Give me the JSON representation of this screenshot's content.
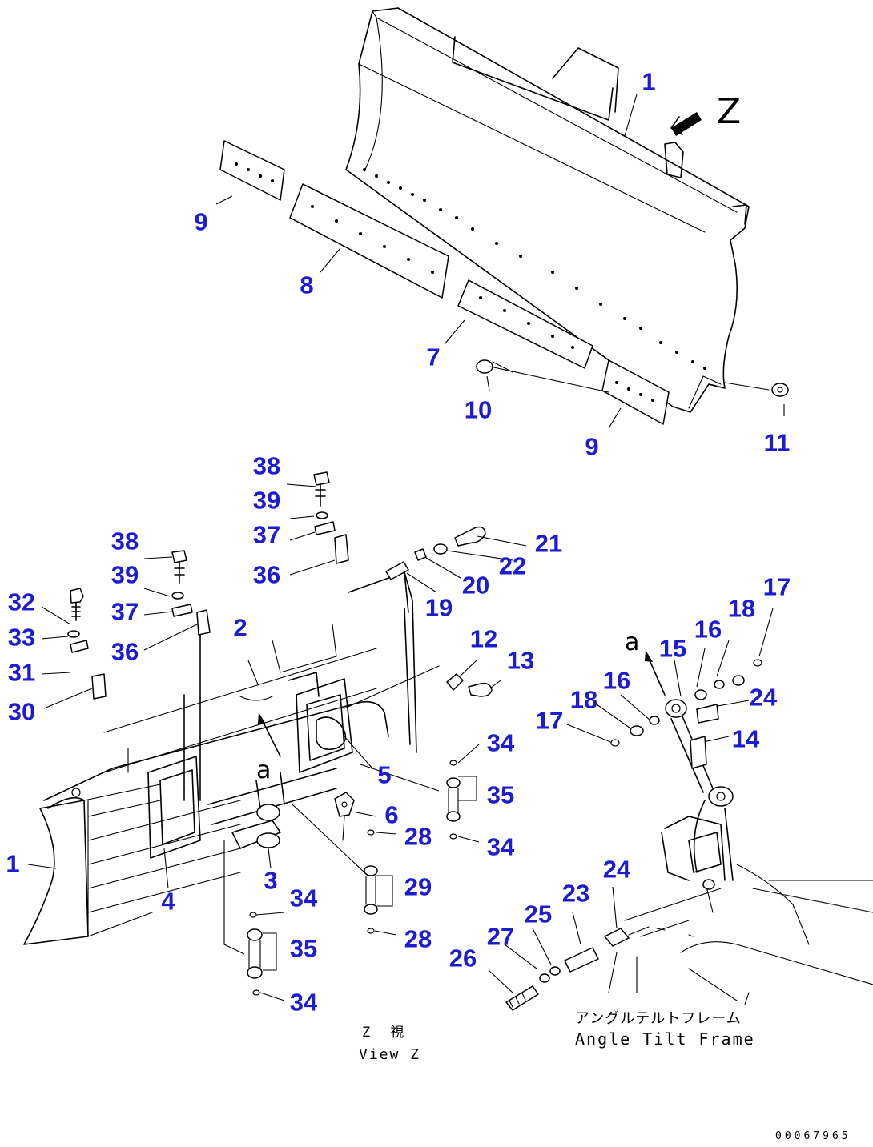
{
  "view_marker": "Z",
  "section_marker": "a",
  "callouts": [
    {
      "label": "1"
    },
    {
      "label": "9"
    },
    {
      "label": "8"
    },
    {
      "label": "7"
    },
    {
      "label": "10"
    },
    {
      "label": "9"
    },
    {
      "label": "11"
    },
    {
      "label": "38"
    },
    {
      "label": "39"
    },
    {
      "label": "37"
    },
    {
      "label": "36"
    },
    {
      "label": "38"
    },
    {
      "label": "39"
    },
    {
      "label": "37"
    },
    {
      "label": "36"
    },
    {
      "label": "32"
    },
    {
      "label": "33"
    },
    {
      "label": "31"
    },
    {
      "label": "30"
    },
    {
      "label": "21"
    },
    {
      "label": "22"
    },
    {
      "label": "20"
    },
    {
      "label": "19"
    },
    {
      "label": "2"
    },
    {
      "label": "12"
    },
    {
      "label": "13"
    },
    {
      "label": "34"
    },
    {
      "label": "35"
    },
    {
      "label": "34"
    },
    {
      "label": "5"
    },
    {
      "label": "6"
    },
    {
      "label": "28"
    },
    {
      "label": "29"
    },
    {
      "label": "28"
    },
    {
      "label": "1"
    },
    {
      "label": "4"
    },
    {
      "label": "3"
    },
    {
      "label": "34"
    },
    {
      "label": "35"
    },
    {
      "label": "34"
    },
    {
      "label": "17"
    },
    {
      "label": "18"
    },
    {
      "label": "16"
    },
    {
      "label": "15"
    },
    {
      "label": "16"
    },
    {
      "label": "18"
    },
    {
      "label": "17"
    },
    {
      "label": "24"
    },
    {
      "label": "14"
    },
    {
      "label": "24"
    },
    {
      "label": "23"
    },
    {
      "label": "25"
    },
    {
      "label": "27"
    },
    {
      "label": "26"
    }
  ],
  "caption": {
    "view_jp": "Z　視",
    "view_en": "View Z",
    "frame_jp": "アングルテルトフレーム",
    "frame_en": "Angle Tilt Frame"
  },
  "drawing_id": "00067965"
}
